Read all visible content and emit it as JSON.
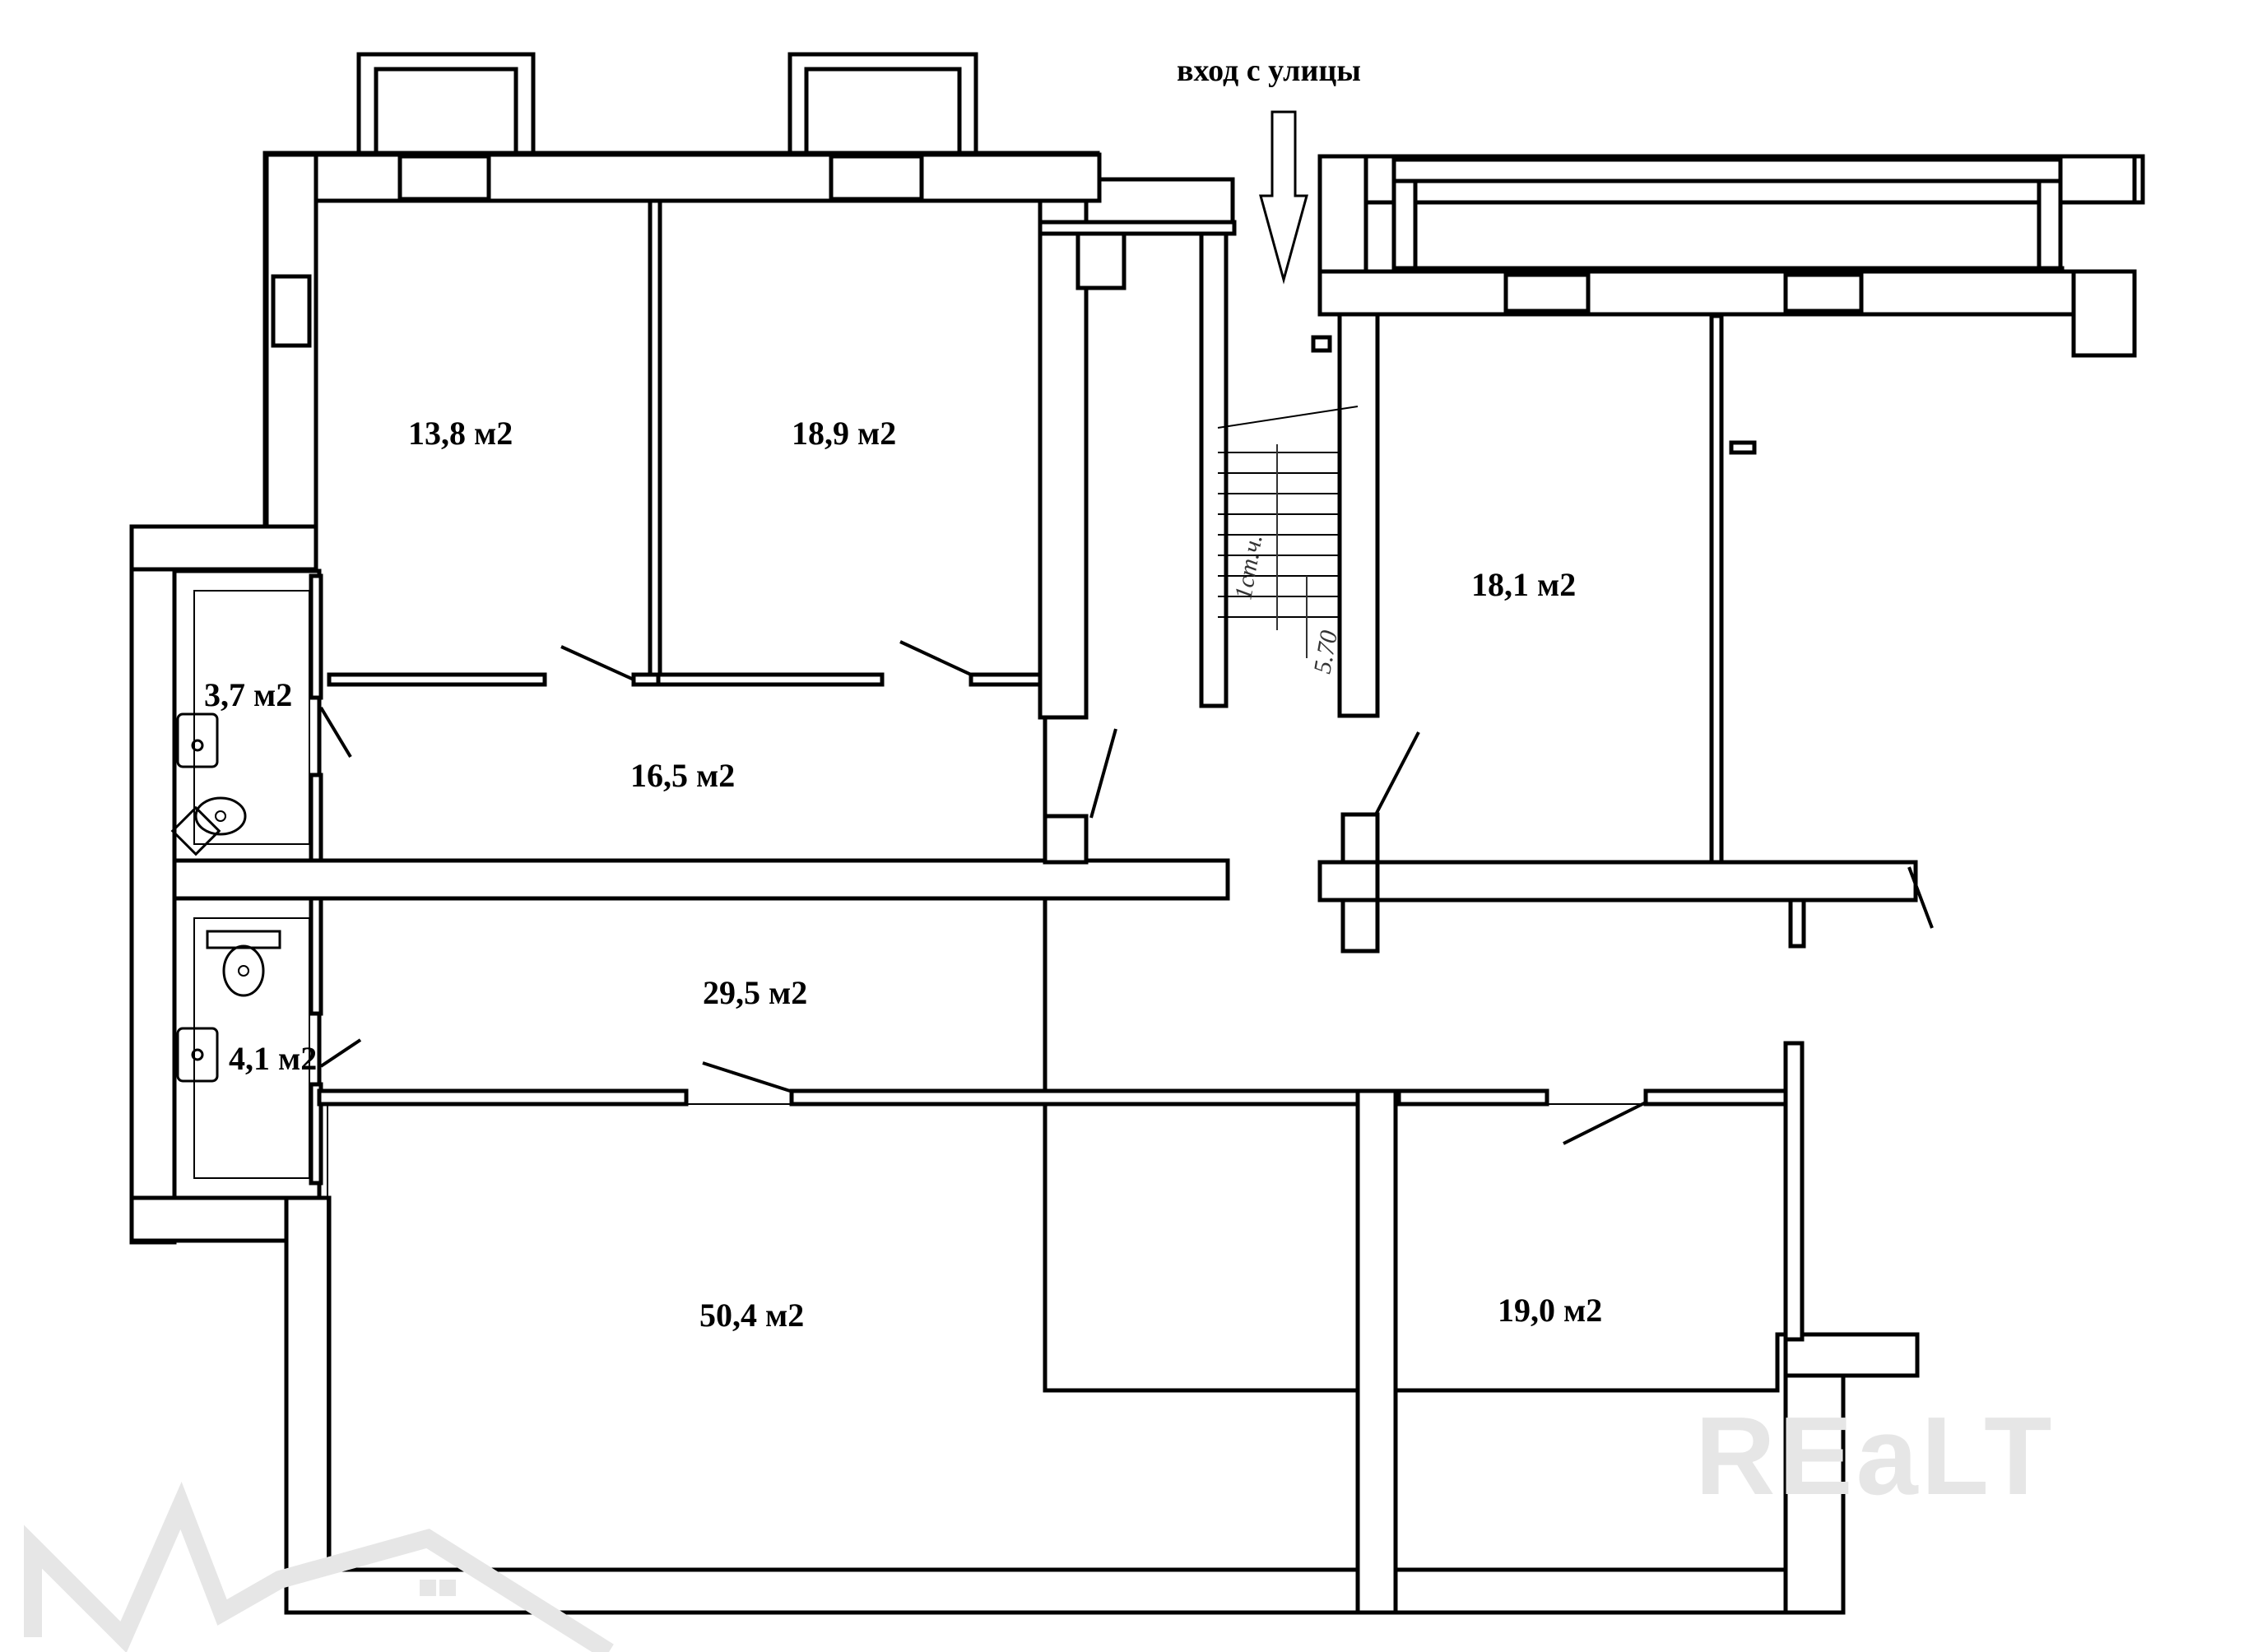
{
  "entrance": {
    "label": "вход с улицы"
  },
  "rooms": [
    {
      "id": "room-a",
      "area": "13,8 м2"
    },
    {
      "id": "room-b",
      "area": "18,9 м2"
    },
    {
      "id": "room-c",
      "area": "18,1 м2"
    },
    {
      "id": "room-d",
      "area": "3,7 м2"
    },
    {
      "id": "room-e",
      "area": "16,5 м2"
    },
    {
      "id": "room-f",
      "area": "29,5 м2"
    },
    {
      "id": "room-g",
      "area": "4,1 м2"
    },
    {
      "id": "room-h",
      "area": "50,4 м2"
    },
    {
      "id": "room-i",
      "area": "19,0 м2"
    }
  ],
  "stair_notes": {
    "a": "1ст.ч.",
    "b": "5.70"
  },
  "watermark": {
    "text": "REaLT"
  },
  "colors": {
    "wall": "#000000",
    "background": "#ffffff",
    "watermark": "#e6e6e6"
  }
}
